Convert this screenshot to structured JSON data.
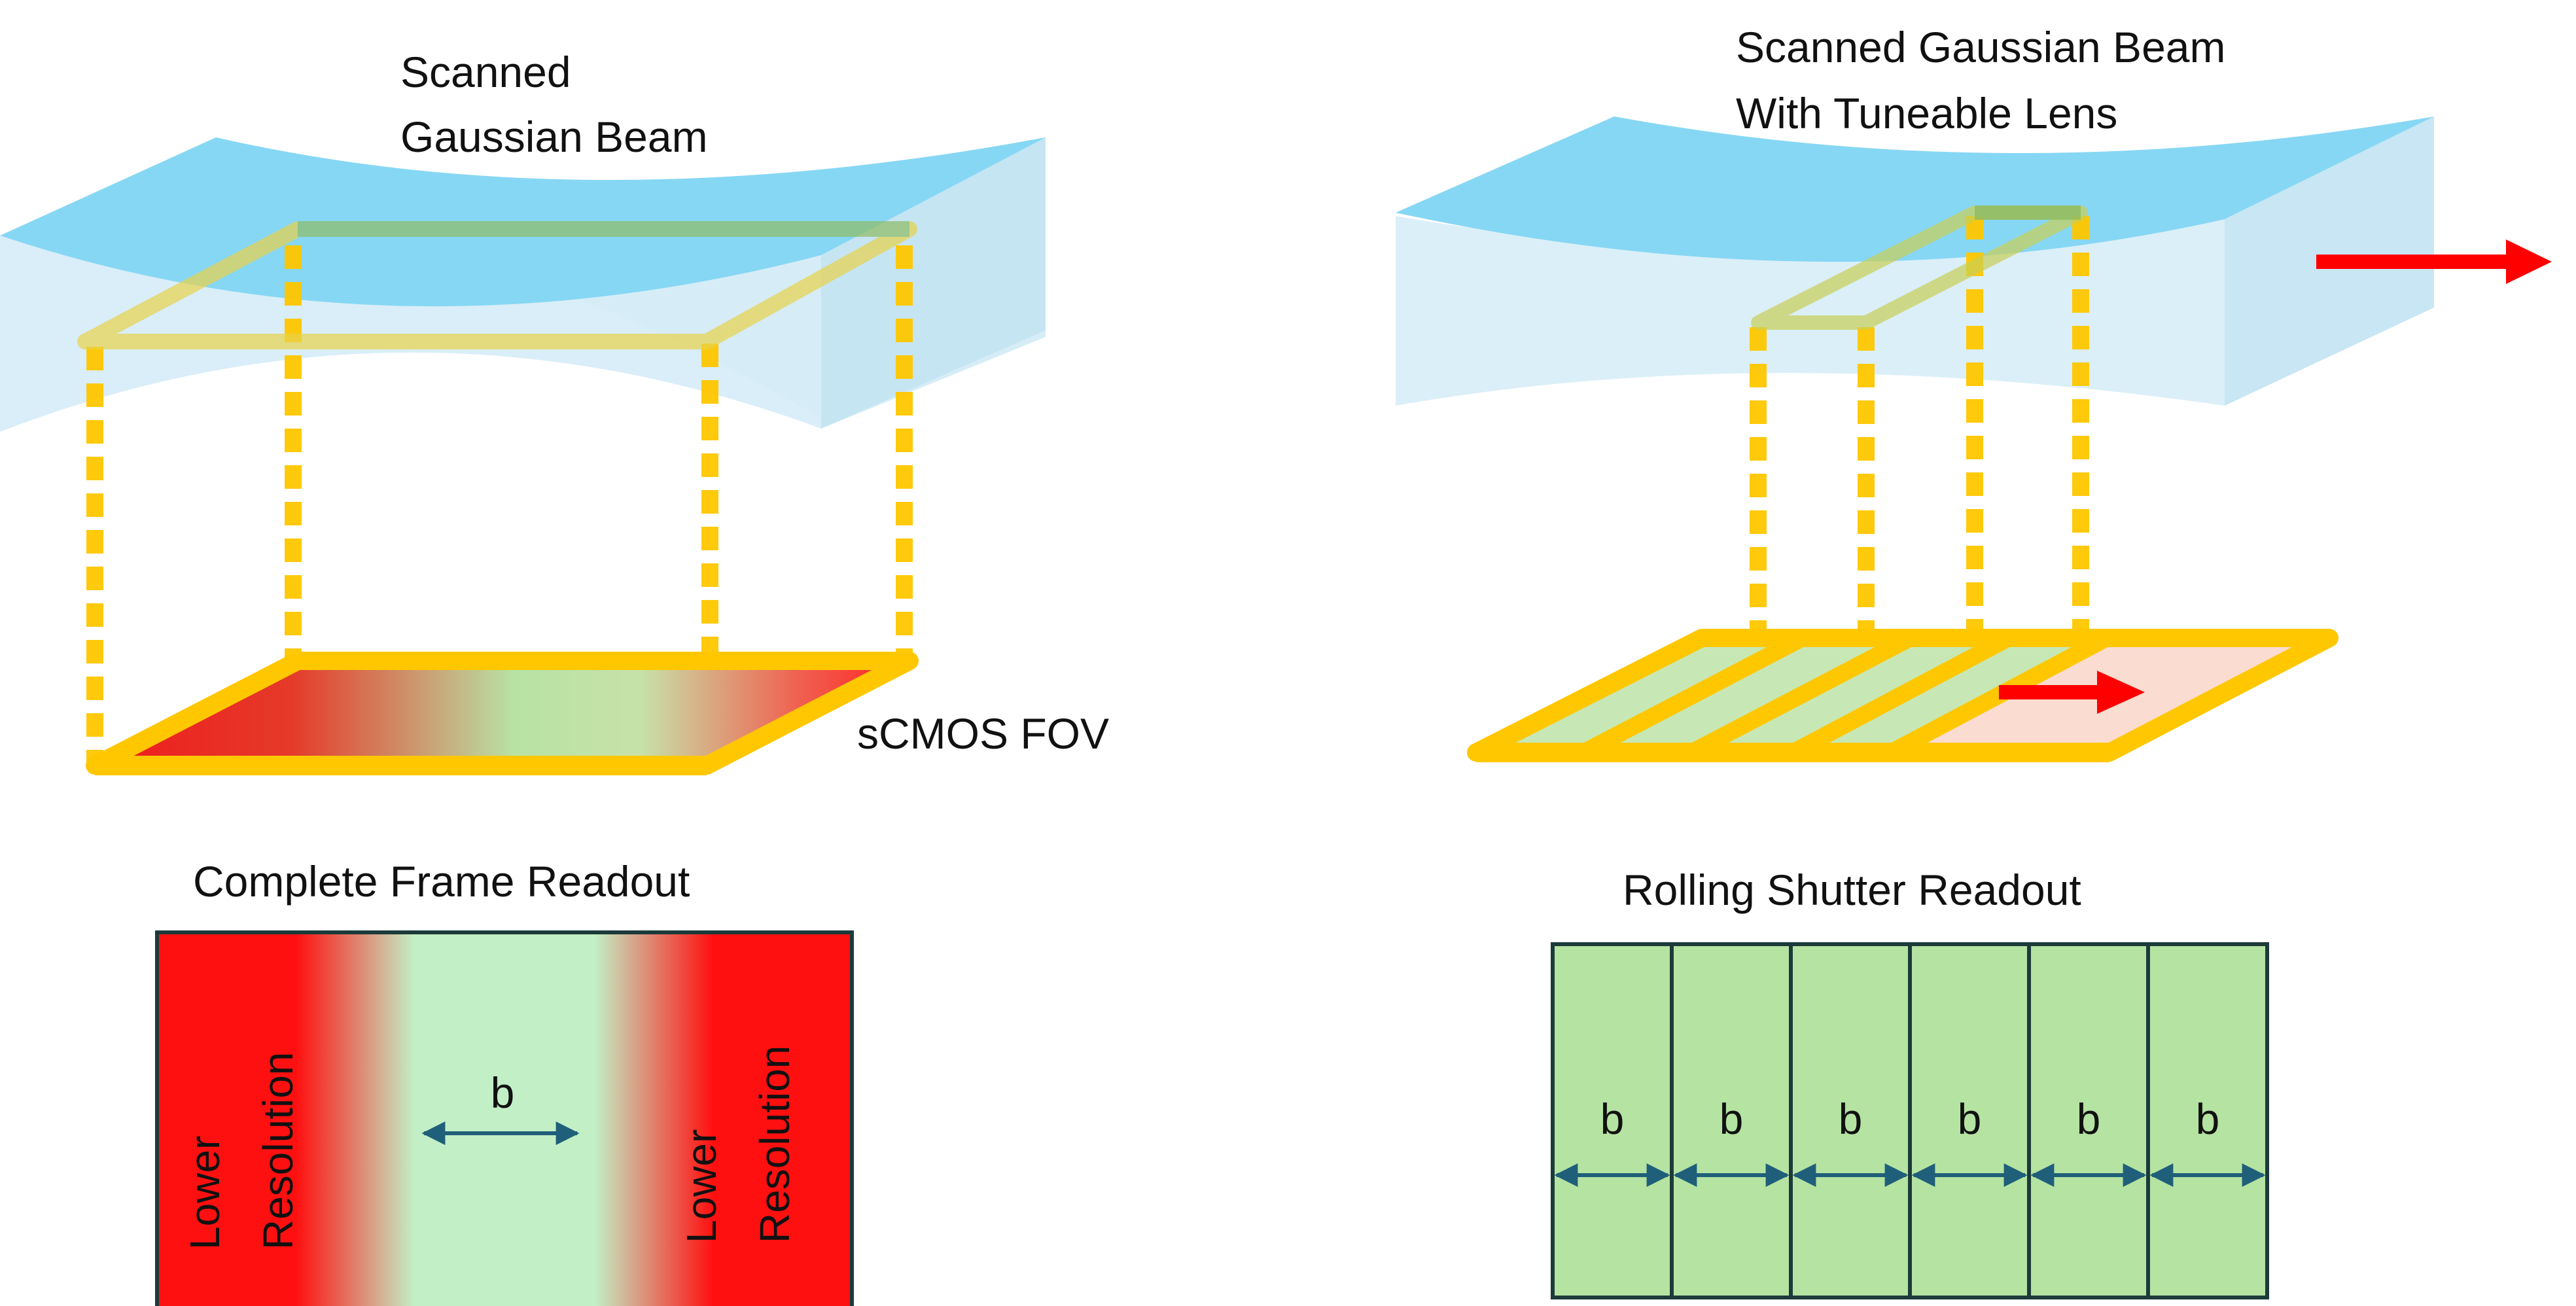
{
  "left_panel": {
    "beam_label_line1": "Scanned",
    "beam_label_line2": "Gaussian Beam",
    "sensor_label": "sCMOS FOV",
    "readout_title": "Complete Frame Readout",
    "side_label_line1": "Lower",
    "side_label_line2": "Resolution",
    "width_label": "b"
  },
  "right_panel": {
    "beam_label_line1": "Scanned Gaussian Beam",
    "beam_label_line2": "With Tuneable Lens",
    "readout_title": "Rolling Shutter Readout",
    "strip_labels": [
      "b",
      "b",
      "b",
      "b",
      "b",
      "b"
    ]
  },
  "colors": {
    "beam_top": "#87d8f5",
    "beam_side": "#d4ecf7",
    "frame_yellow": "#ffc700",
    "low_res_red": "#ff1010",
    "in_focus_green": "#b6e3a4",
    "strip_green": "#b5e3a2",
    "scanned_tile": "#fadcd0",
    "arrow_red": "#ff0000",
    "dimension_arrow": "#1f5f7a",
    "box_border": "#1d3a3a"
  },
  "icons": {
    "scan_direction": "arrow-right-icon",
    "dimension": "double-headed-arrow-icon"
  }
}
